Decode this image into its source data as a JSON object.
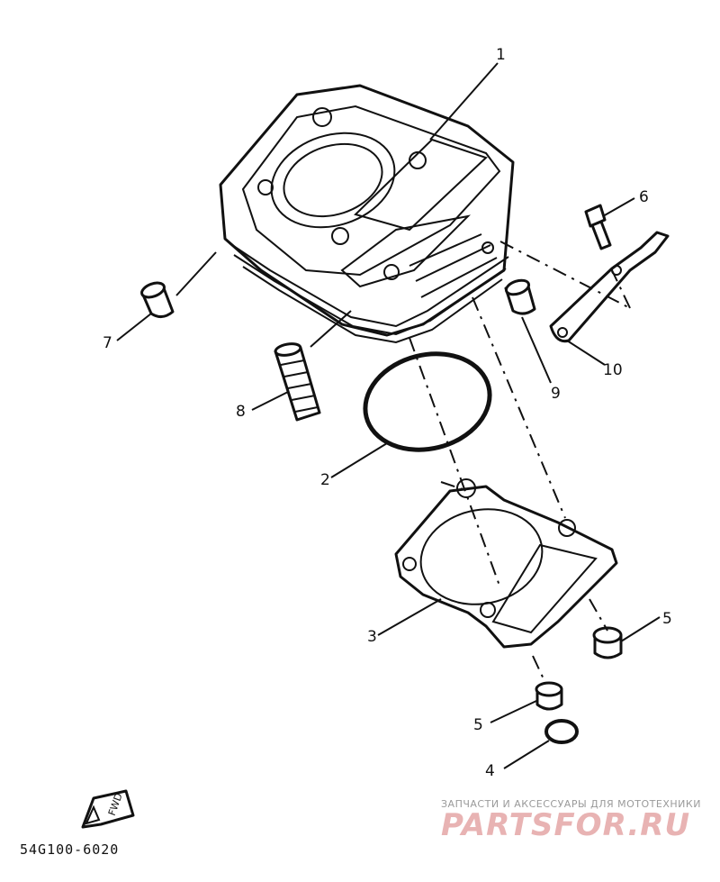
{
  "callouts": {
    "c1": "1",
    "c2": "2",
    "c3": "3",
    "c4": "4",
    "c5a": "5",
    "c5b": "5",
    "c6": "6",
    "c7": "7",
    "c8": "8",
    "c9": "9",
    "c10": "10"
  },
  "fwd_label": "FWD",
  "part_code": "54G100-6020",
  "watermark": {
    "tagline": "ЗАПЧАСТИ И АКСЕССУАРЫ ДЛЯ МОТОТЕХНИКИ",
    "logo": "PARTSFOR.RU",
    "logo_color": "#e8b3b3"
  }
}
